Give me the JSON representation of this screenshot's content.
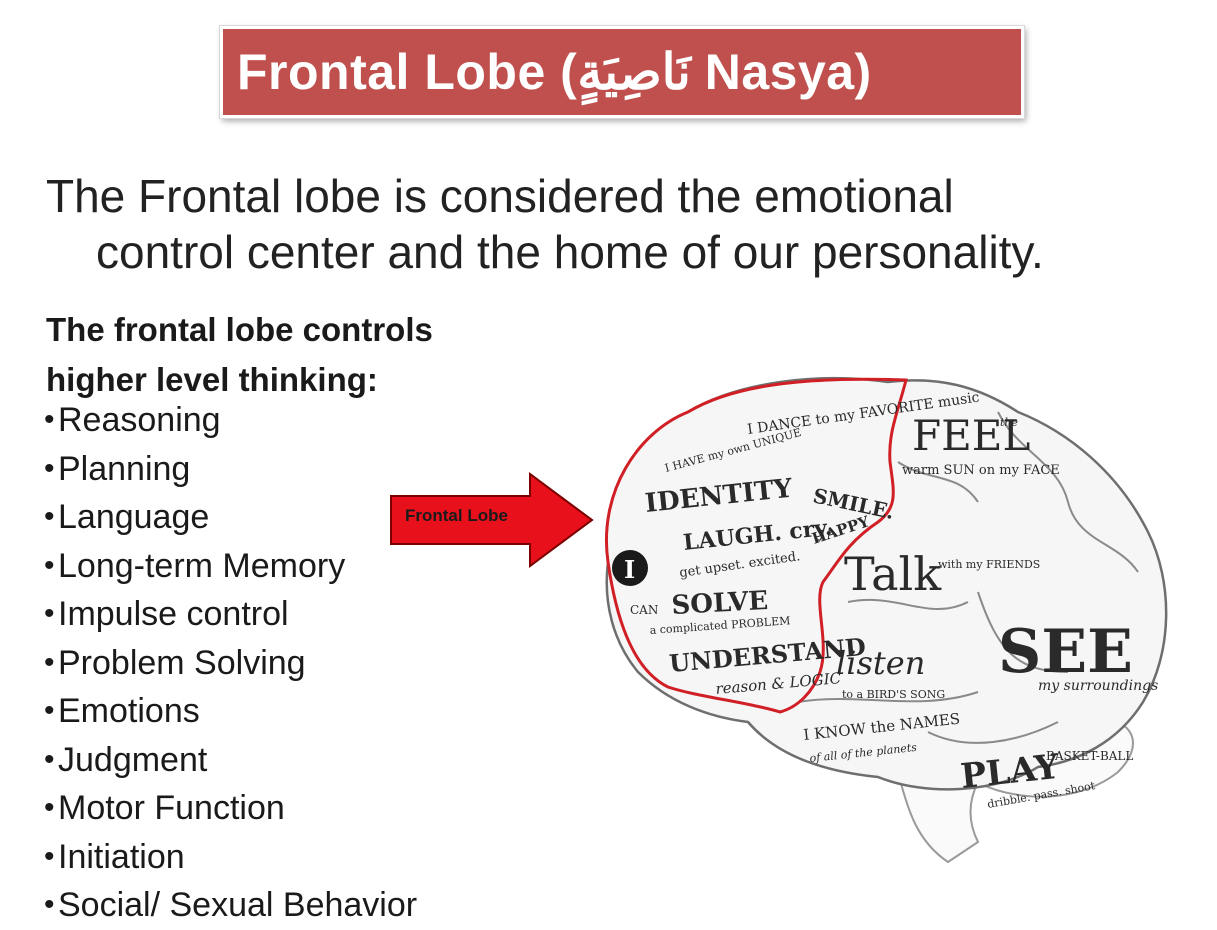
{
  "title": "Frontal Lobe (نَاصِيَةٍ Nasya)",
  "intro": {
    "line1": "The Frontal lobe is considered the emotional",
    "line2": "control center and the home of our personality."
  },
  "heading": {
    "line1": "The frontal lobe controls",
    "line2": "higher level thinking:"
  },
  "bullets": [
    "Reasoning",
    "Planning",
    "Language",
    "Long-term Memory",
    "Impulse control",
    "Problem Solving",
    "Emotions",
    "Judgment",
    "Motor Function",
    "Initiation",
    "Social/ Sexual Behavior"
  ],
  "arrow_label": "Frontal Lobe",
  "brain_words": {
    "dance": "I DANCE to my FAVORITE music",
    "have": "I HAVE my own UNIQUE",
    "identity": "IDENTITY",
    "laugh": "LAUGH. cry.",
    "smile": "SMILE.",
    "happy": "HAPPY",
    "excited": "get upset. excited.",
    "i_badge": "I",
    "can": "CAN",
    "solve": "SOLVE",
    "problem": "a complicated PROBLEM",
    "understand": "UNDERSTAND",
    "reason": "reason & LOGIC",
    "feel": "FEEL",
    "feel_the": "the",
    "warm_sun": "warm SUN on my FACE",
    "talk": "Talk",
    "friends": "with my FRIENDS",
    "listen": "listen",
    "birds_song": "to a BIRD'S SONG",
    "see": "SEE",
    "surroundings": "my surroundings",
    "know": "I KNOW the NAMES",
    "planets": "of all of the planets",
    "play": "PLAY",
    "basketball": "BASKET-BALL",
    "dribble": "dribble. pass. shoot"
  },
  "colors": {
    "title_bg": "#c0504d",
    "arrow": "#e8101a",
    "outline": "#d11f26"
  }
}
